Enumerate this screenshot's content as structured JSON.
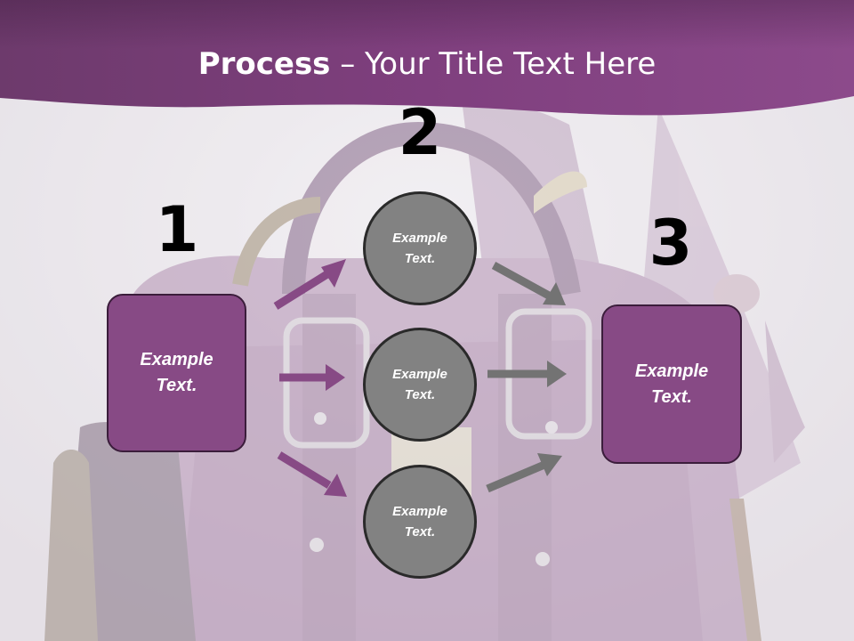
{
  "title": {
    "bold": "Process",
    "rest": " – Your Title Text Here"
  },
  "steps": [
    {
      "number": "1",
      "text": "Example\nText."
    },
    {
      "number": "2",
      "items": [
        "Example\nText.",
        "Example\nText.",
        "Example\nText."
      ]
    },
    {
      "number": "3",
      "text": "Example\nText."
    }
  ],
  "colors": {
    "header": "#7e3f7c",
    "box_fill": "#874a85",
    "circle_fill": "#828282",
    "arrow_purple": "#874a85",
    "arrow_gray": "#737373"
  }
}
